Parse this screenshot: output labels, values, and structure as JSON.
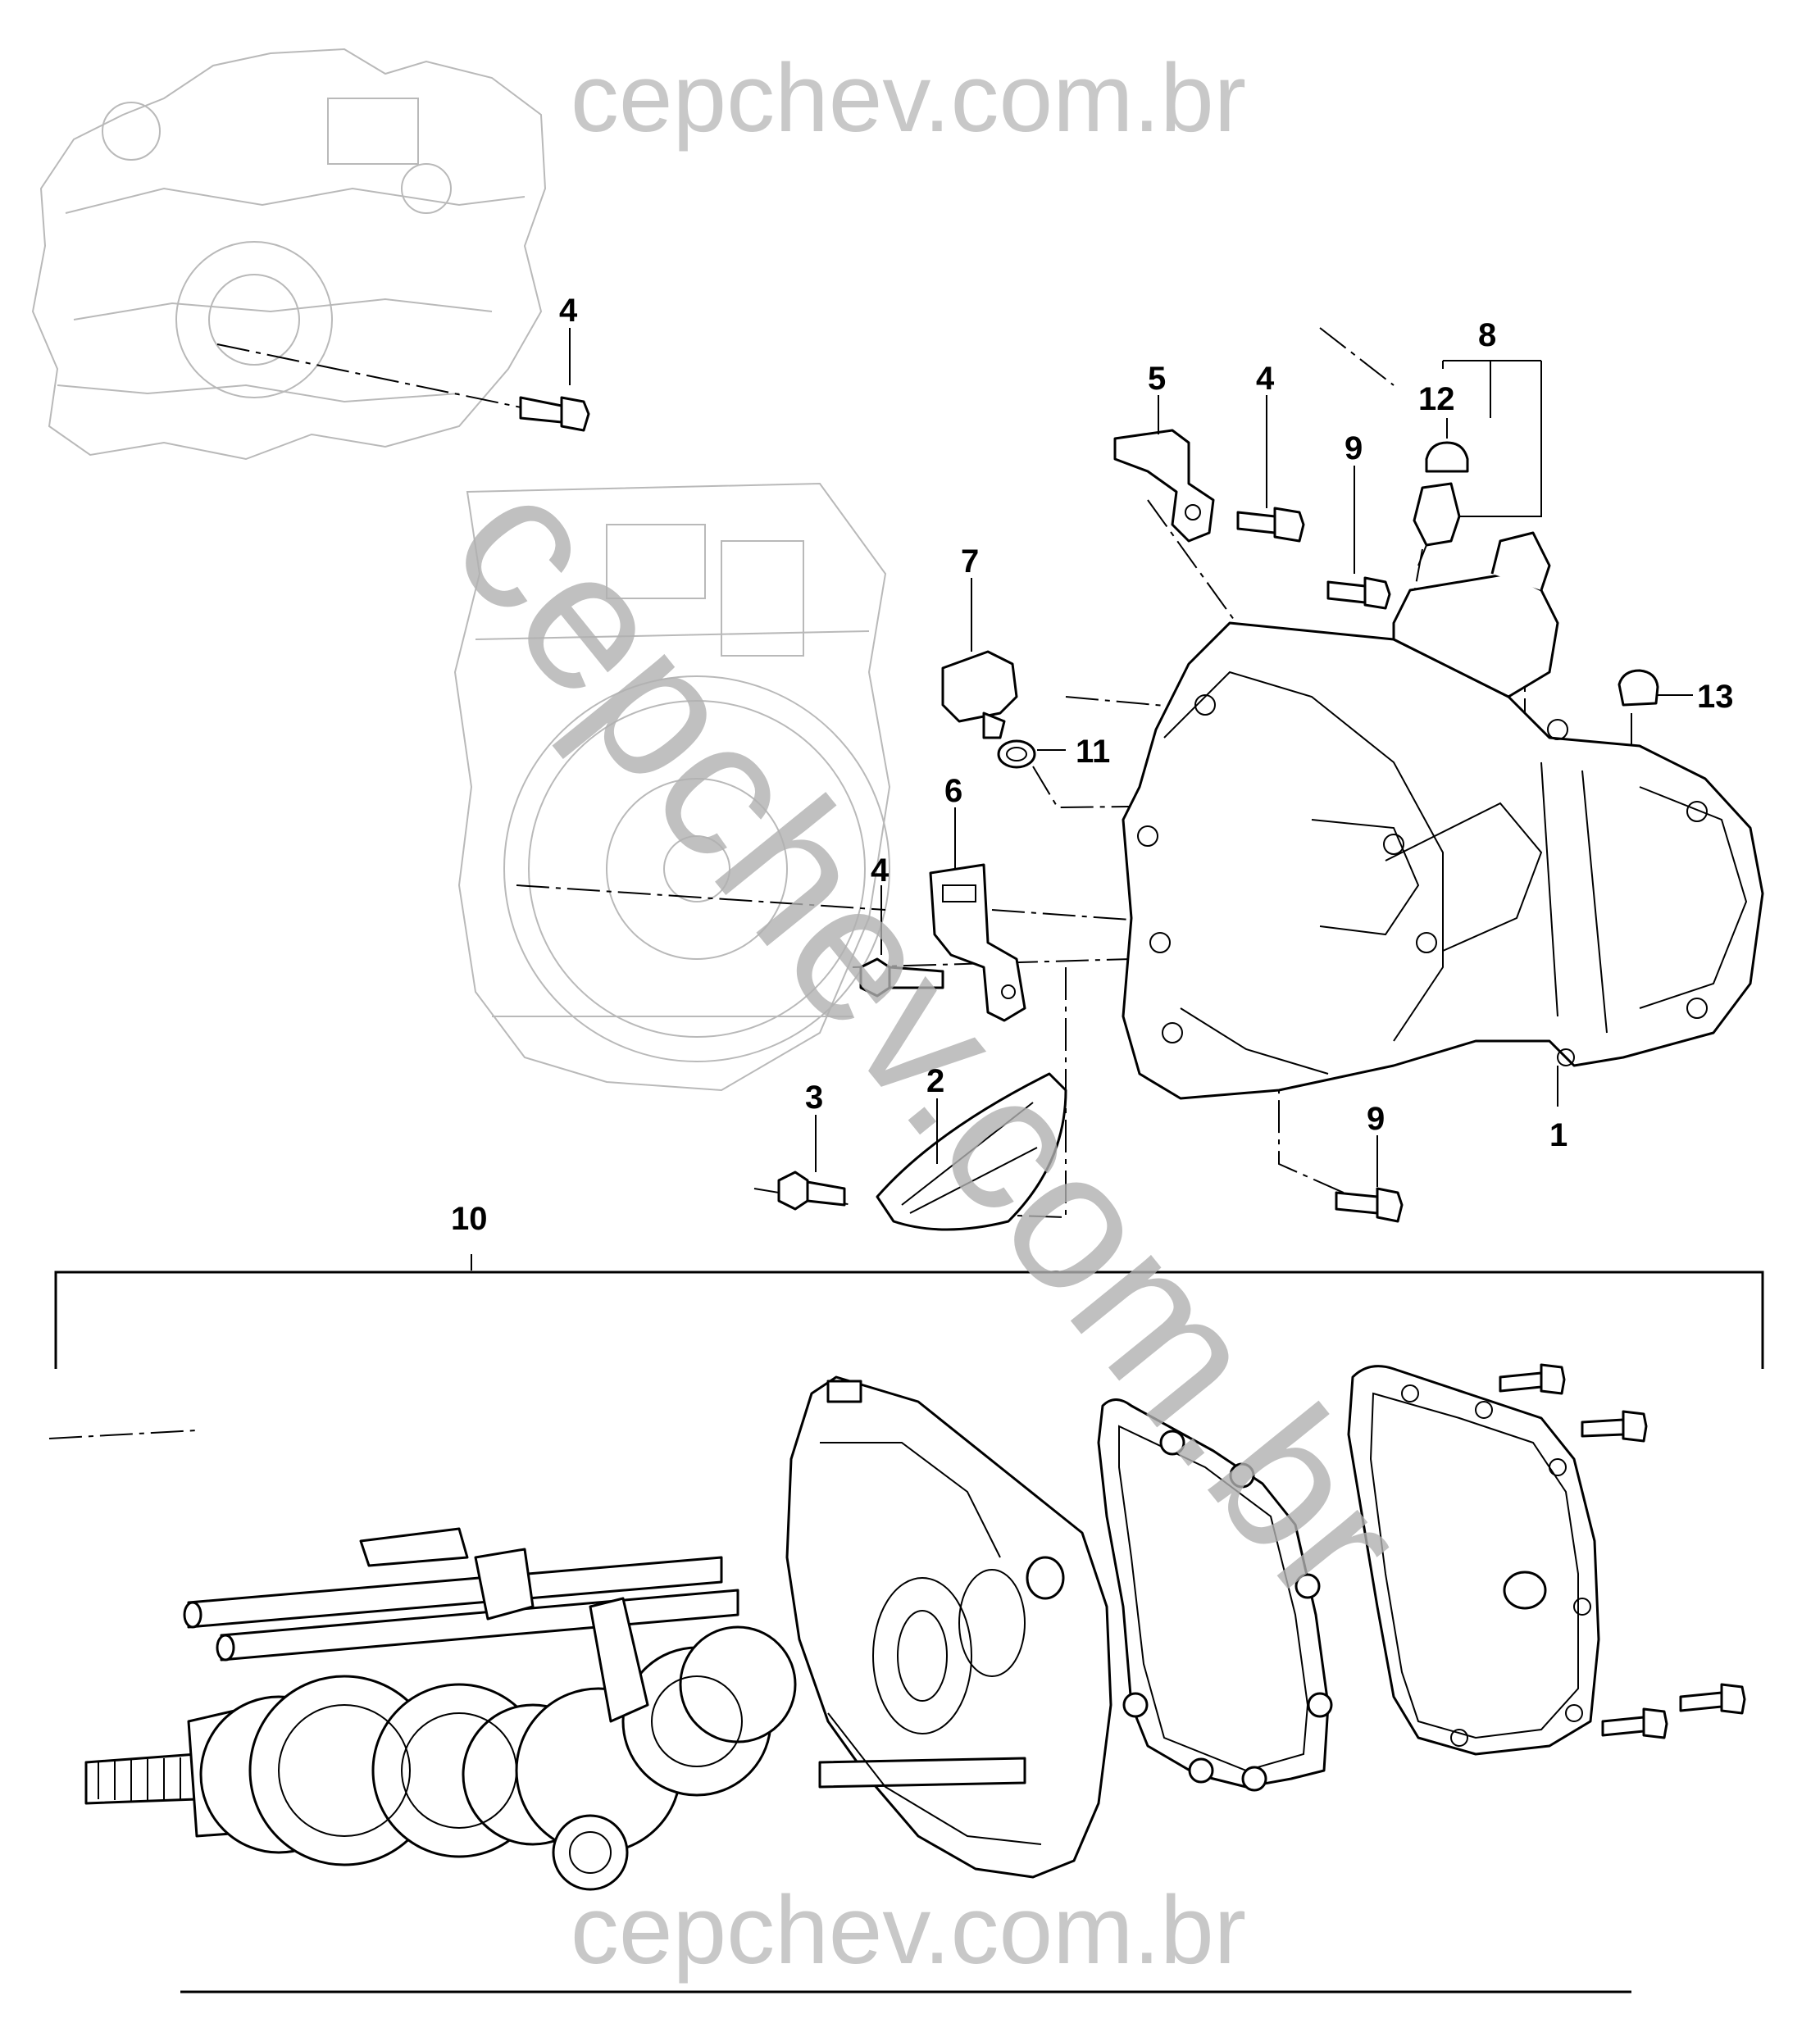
{
  "watermark": {
    "top": "cepchev.com.br",
    "diagonal": "cepchev.com.br",
    "bottom": "cepchev.com.br"
  },
  "callouts": {
    "c1": "1",
    "c2": "2",
    "c3": "3",
    "c4a": "4",
    "c4b": "4",
    "c4c": "4",
    "c5": "5",
    "c6": "6",
    "c7": "7",
    "c8": "8",
    "c9a": "9",
    "c9b": "9",
    "c10": "10",
    "c11": "11",
    "c12": "12",
    "c13": "13"
  }
}
